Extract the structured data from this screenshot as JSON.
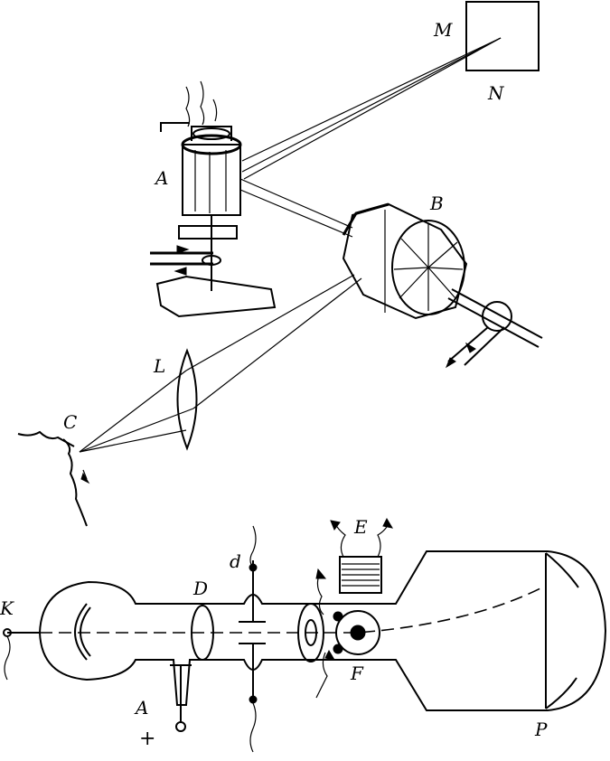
{
  "labels": {
    "M": "M",
    "N": "N",
    "A_top": "A",
    "B": "B",
    "L": "L",
    "C": "C",
    "E": "E",
    "d": "d",
    "D": "D",
    "K": "K",
    "F": "F",
    "A_bottom": "A",
    "plus": "+",
    "P": "P"
  }
}
